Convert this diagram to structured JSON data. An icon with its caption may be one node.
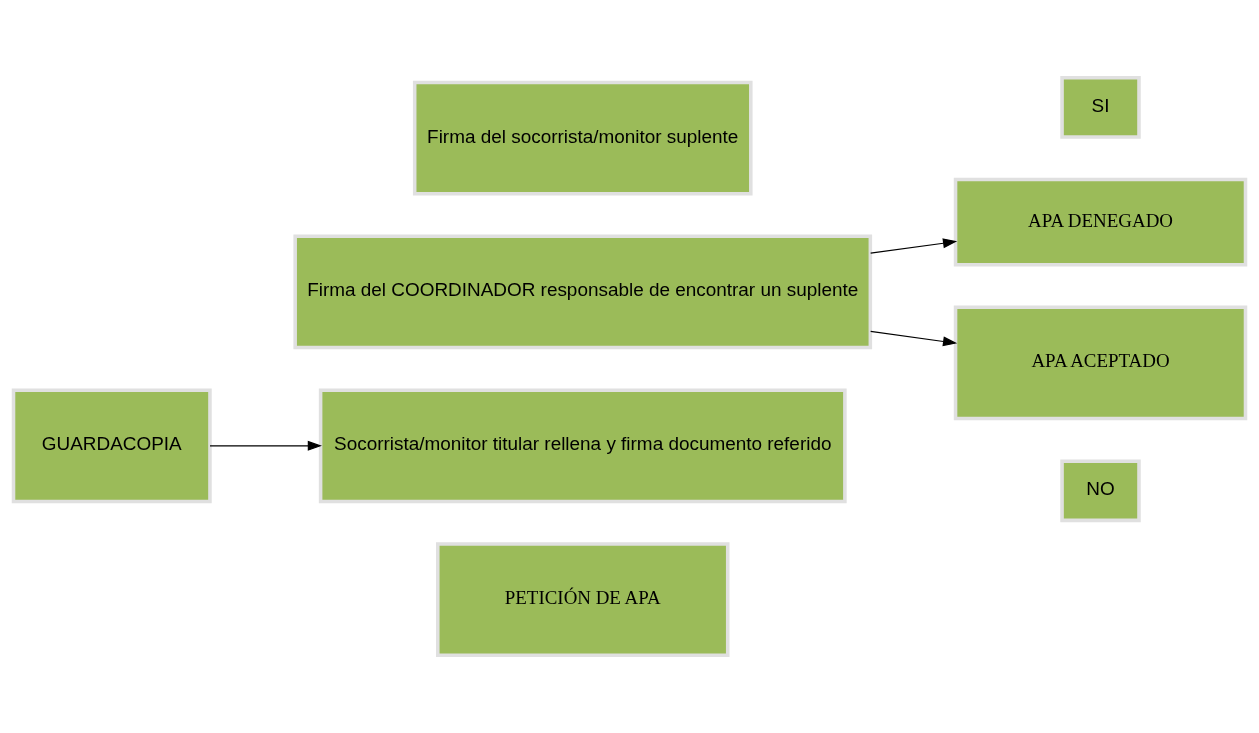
{
  "diagram": {
    "nodes": [
      {
        "text": [
          "PETICIÓN DE APA"
        ]
      },
      {
        "text": [
          "GUARDACOPIA"
        ]
      },
      {
        "text": [
          "Socorrista/monitor titular rellena y firma documento referido"
        ]
      },
      {
        "text": [
          "NO"
        ]
      },
      {
        "text": [
          "APA DENEGADO"
        ]
      },
      {
        "text": [
          "Firma del COORDINADOR responsable de encontrar un suplente"
        ]
      },
      {
        "text": [
          "Firma del socorrista/monitor suplente"
        ]
      },
      {
        "text": [
          "SI"
        ]
      },
      {
        "text": [
          "APA ACEPTADO"
        ]
      }
    ],
    "edges": [
      {
        "from": 1,
        "to": 2,
        "arrow": "to"
      },
      {
        "from": 5,
        "to": 4,
        "arrow": "to"
      },
      {
        "from": 5,
        "to": 8,
        "arrow": "to"
      }
    ]
  }
}
